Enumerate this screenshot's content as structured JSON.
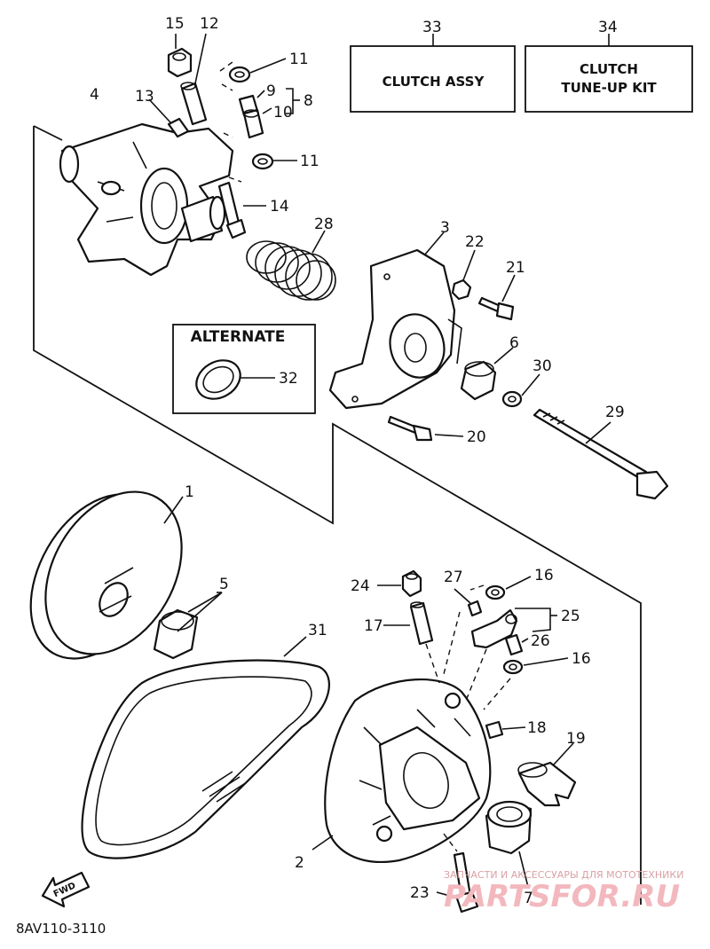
{
  "callouts": {
    "c1": "1",
    "c2": "2",
    "c3": "3",
    "c4": "4",
    "c5": "5",
    "c6": "6",
    "c7": "7",
    "c8": "8",
    "c9": "9",
    "c10": "10",
    "c11a": "11",
    "c11b": "11",
    "c12": "12",
    "c13": "13",
    "c14": "14",
    "c15": "15",
    "c16a": "16",
    "c16b": "16",
    "c17": "17",
    "c18": "18",
    "c19": "19",
    "c20": "20",
    "c21": "21",
    "c22": "22",
    "c23": "23",
    "c24": "24",
    "c25": "25",
    "c26": "26",
    "c27": "27",
    "c28": "28",
    "c29": "29",
    "c30": "30",
    "c31": "31",
    "c32": "32",
    "c33": "33",
    "c34": "34"
  },
  "boxes": {
    "clutch_assy": "CLUTCH ASSY",
    "clutch_tuneup_line1": "CLUTCH",
    "clutch_tuneup_line2": "TUNE-UP KIT",
    "alternate": "ALTERNATE"
  },
  "fwd_label": "FWD",
  "diagram_code": "8AV110-3110",
  "watermark": {
    "tagline": "ЗАПЧАСТИ И АКСЕССУАРЫ ДЛЯ МОТОТЕХНИКИ",
    "brand": "PARTSFOR.RU"
  }
}
